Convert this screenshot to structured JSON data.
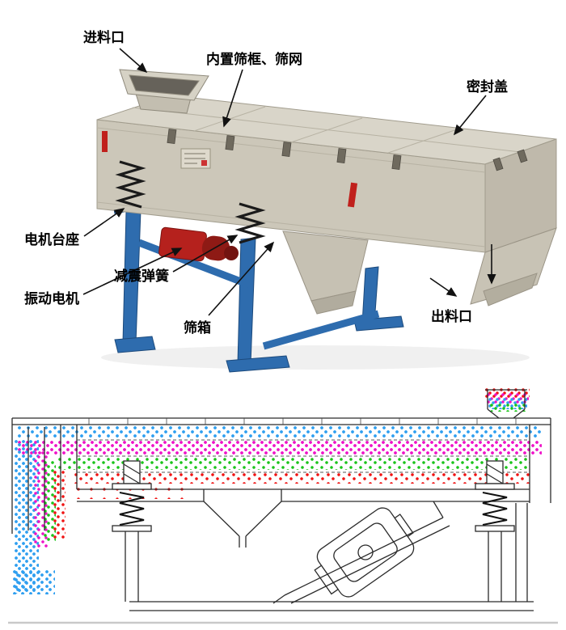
{
  "diagram": {
    "machine_labels": {
      "feed_inlet": "进料口",
      "inner_screen": "内置筛框、筛网",
      "seal_cover": "密封盖",
      "motor_base": "电机台座",
      "damper_spring": "减震弹簧",
      "vibration_motor": "振动电机",
      "screen_box": "筛箱",
      "discharge_outlet": "出料口"
    },
    "colors": {
      "body_beige": "#d9d5c9",
      "body_front": "#ccc7b9",
      "body_end": "#bfb9ab",
      "frame_blue": "#2e6cae",
      "motor_red": "#b5211d",
      "dot_blue": "#2f9ff0",
      "dot_magenta": "#ee13c8",
      "dot_green": "#1ac41a",
      "dot_red": "#f01313"
    },
    "particle_layers": [
      {
        "name": "layer-1-coarse",
        "color": "#2f9ff0"
      },
      {
        "name": "layer-2",
        "color": "#ee13c8"
      },
      {
        "name": "layer-3",
        "color": "#1ac41a"
      },
      {
        "name": "layer-4-fine",
        "color": "#f01313"
      }
    ]
  }
}
